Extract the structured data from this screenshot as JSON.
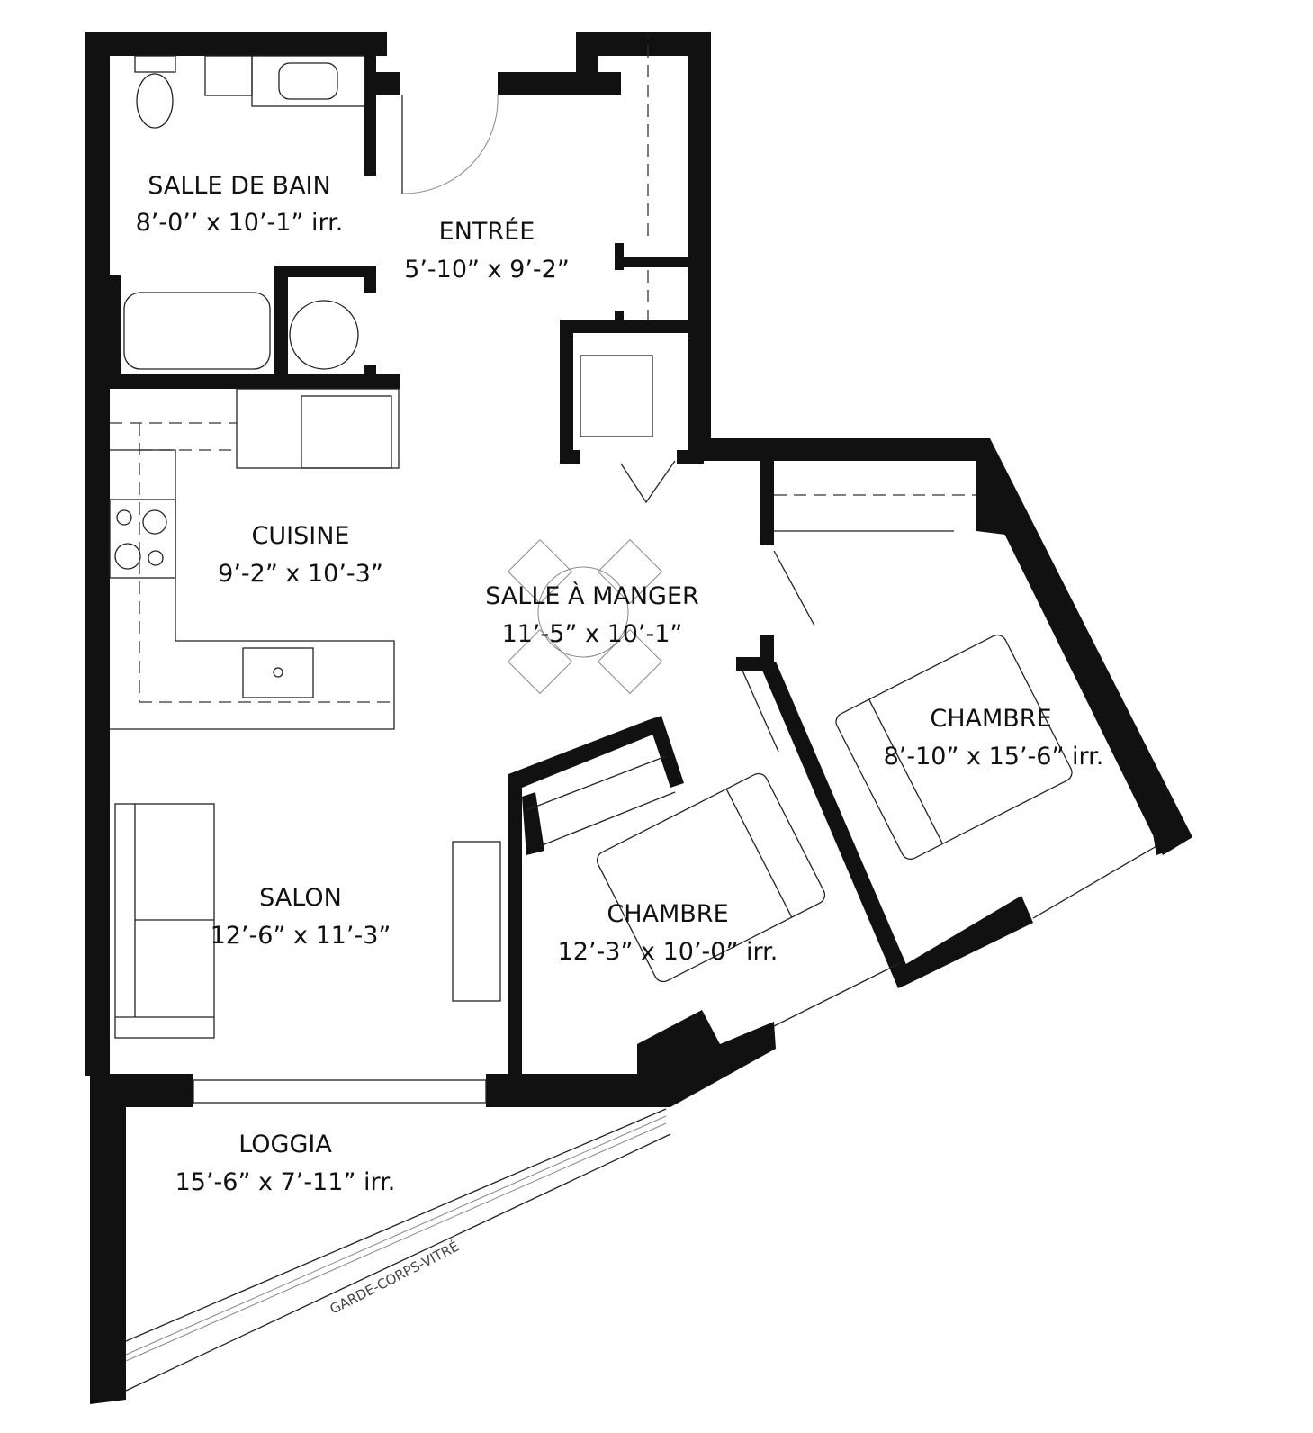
{
  "rooms": [
    {
      "name": "SALLE DE BAIN",
      "size": "8’-0’’ x 10’-1” irr."
    },
    {
      "name": "ENTRÉE",
      "size": "5’-10” x 9’-2”"
    },
    {
      "name": "CUISINE",
      "size": "9’-2” x 10’-3”"
    },
    {
      "name": "SALLE À MANGER",
      "size": "11’-5” x 10’-1”"
    },
    {
      "name": "CHAMBRE",
      "size": "8’-10” x 15’-6” irr."
    },
    {
      "name": "SALON",
      "size": "12’-6” x 11’-3”"
    },
    {
      "name": "CHAMBRE",
      "size": "12’-3” x 10’-0” irr."
    },
    {
      "name": "LOGGIA",
      "size": "15’-6” x 7’-11” irr."
    }
  ],
  "railing_label": "GARDE-CORPS-VITRÉ"
}
